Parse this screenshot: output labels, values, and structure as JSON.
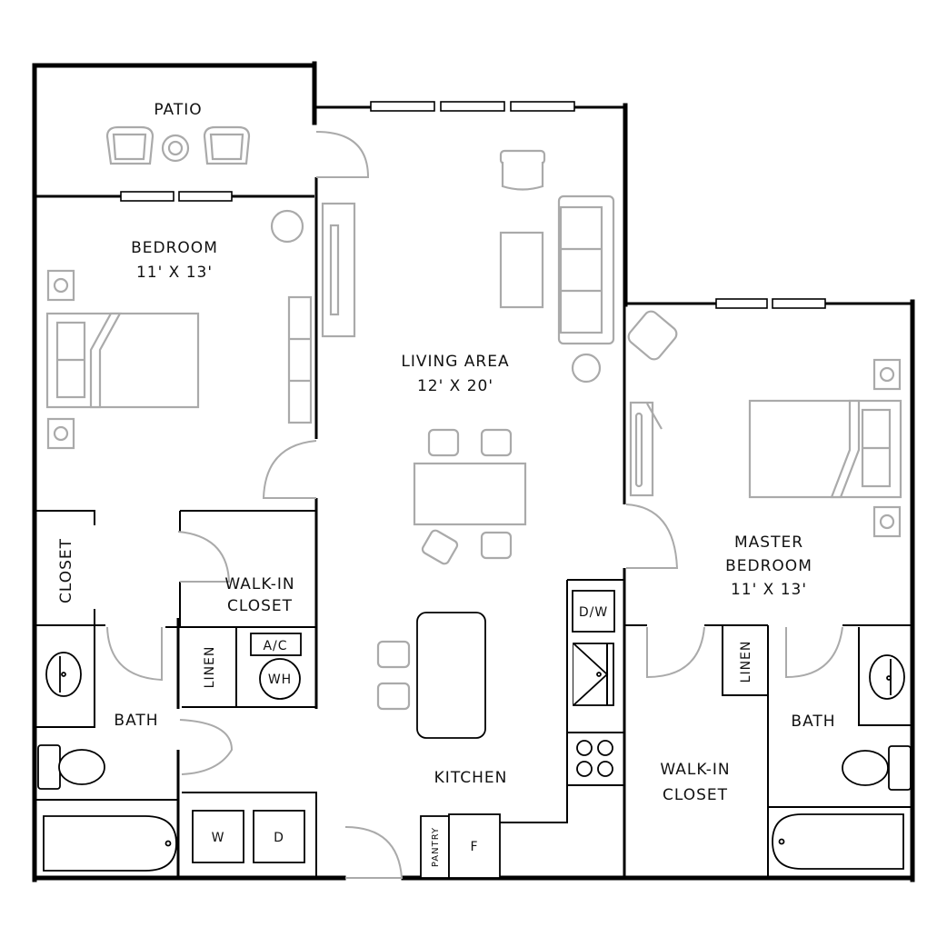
{
  "plan": {
    "rooms": {
      "patio": {
        "name": "PATIO"
      },
      "bedroom": {
        "name": "BEDROOM",
        "size": "11' X 13'"
      },
      "living": {
        "name": "LIVING AREA",
        "size": "12' X 20'"
      },
      "master": {
        "name_line1": "MASTER",
        "name_line2": "BEDROOM",
        "size": "11' X 13'"
      },
      "closet": {
        "name": "CLOSET"
      },
      "walkin_left": {
        "line1": "WALK-IN",
        "line2": "CLOSET"
      },
      "linen_left": {
        "name": "LINEN"
      },
      "bath_left": {
        "name": "BATH"
      },
      "kitchen": {
        "name": "KITCHEN"
      },
      "walkin_right": {
        "line1": "WALK-IN",
        "line2": "CLOSET"
      },
      "linen_right": {
        "name": "LINEN"
      },
      "bath_right": {
        "name": "BATH"
      }
    },
    "fixtures": {
      "ac": "A/C",
      "water_heater": "WH",
      "washer": "W",
      "dryer": "D",
      "dishwasher": "D/W",
      "fridge": "F",
      "pantry": "PANTRY"
    },
    "colors": {
      "wall": "#000000",
      "furniture": "#aaaaaa",
      "background": "#ffffff"
    }
  }
}
